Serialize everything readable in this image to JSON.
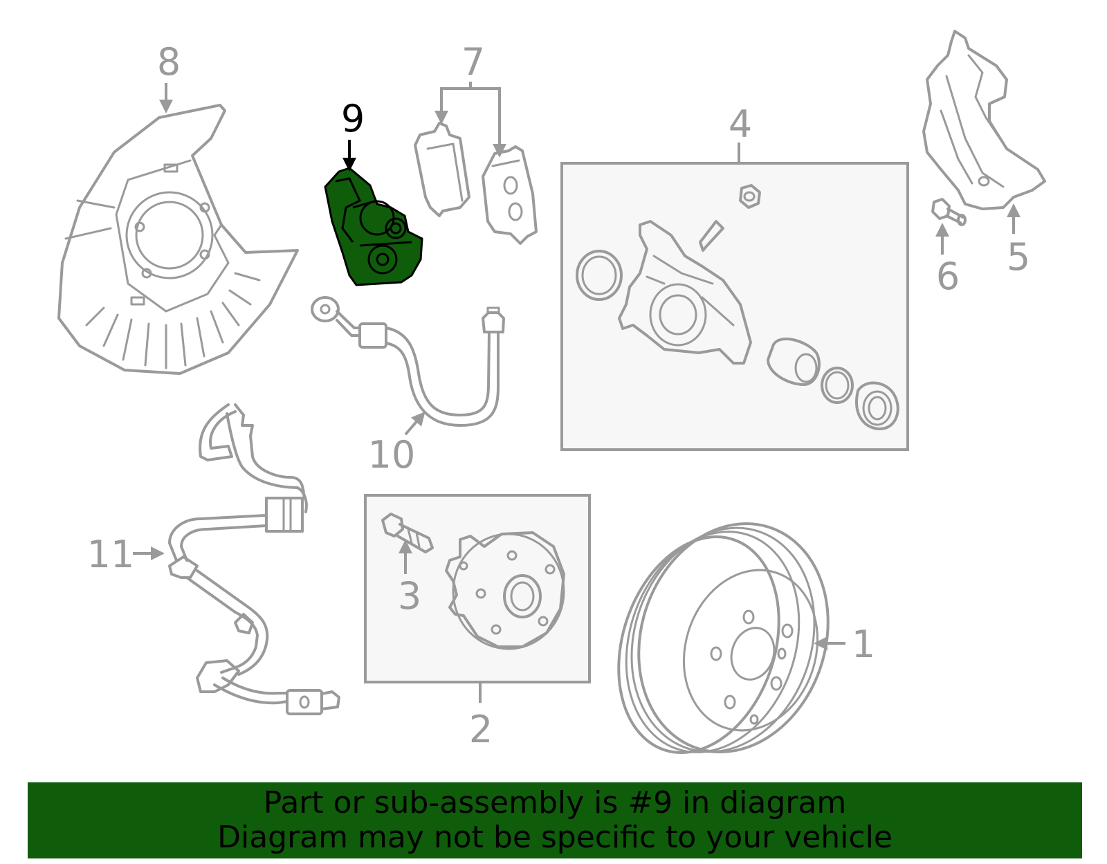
{
  "highlight_color": "#0f5c0b",
  "line_color": "#9a9a9a",
  "callouts": {
    "c1": "1",
    "c2": "2",
    "c3": "3",
    "c4": "4",
    "c5": "5",
    "c6": "6",
    "c7": "7",
    "c8": "8",
    "c9": "9",
    "c10": "10",
    "c11": "11"
  },
  "banner": {
    "line1": "Part or sub-assembly is #9 in diagram",
    "line2": "Diagram may not be specific to your vehicle"
  }
}
